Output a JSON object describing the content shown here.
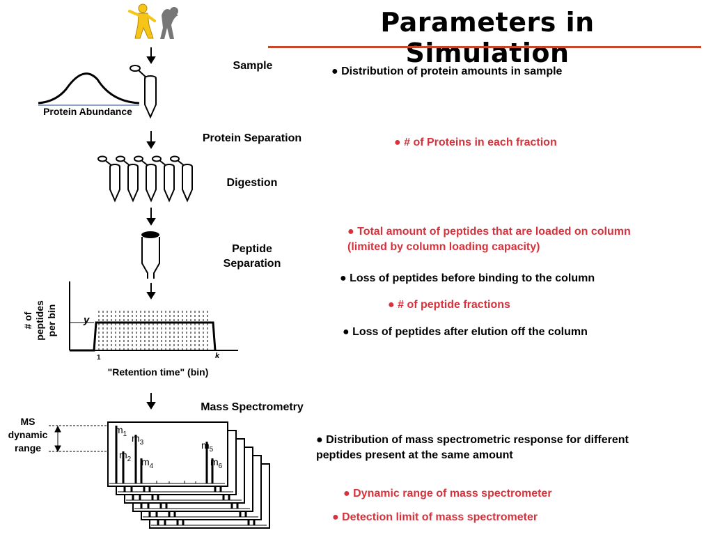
{
  "title": "Parameters in Simulation",
  "steps": {
    "sample": "Sample",
    "protein_separation": "Protein Separation",
    "digestion": "Digestion",
    "peptide_separation": "Peptide\nSeparation",
    "mass_spectrometry": "Mass Spectrometry"
  },
  "labels": {
    "protein_abundance": "Protein Abundance",
    "peptides_per_bin": "# of\npeptides\nper bin",
    "retention_time": "\"Retention time\" (bin)",
    "y_marker": "y",
    "bin_start": "1",
    "bin_end": "k",
    "ms_dynamic_range": "MS\ndynamic\nrange",
    "masses": [
      "m1",
      "m2",
      "m3",
      "m4",
      "m5",
      "m6"
    ]
  },
  "bullets": [
    {
      "text": "● Distribution of protein amounts in sample",
      "color": "black"
    },
    {
      "text": "● # of Proteins in each fraction",
      "color": "red"
    },
    {
      "text": "● Total amount of peptides that are loaded on column (limited by column loading capacity)",
      "color": "red"
    },
    {
      "text": "● Loss of peptides before binding to the column",
      "color": "black"
    },
    {
      "text": "● # of peptide fractions",
      "color": "red"
    },
    {
      "text": "● Loss of peptides after elution off the column",
      "color": "black"
    },
    {
      "text": "● Distribution of mass spectrometric response for different peptides present at the same amount",
      "color": "black"
    },
    {
      "text": "● Dynamic range of mass spectrometer",
      "color": "red"
    },
    {
      "text": "● Detection limit of mass spectrometer",
      "color": "red"
    }
  ],
  "colors": {
    "accent_red": "#d6323c",
    "title_rule": "#c8462b",
    "figure_yellow": "#f5c518",
    "figure_gray": "#777777"
  }
}
